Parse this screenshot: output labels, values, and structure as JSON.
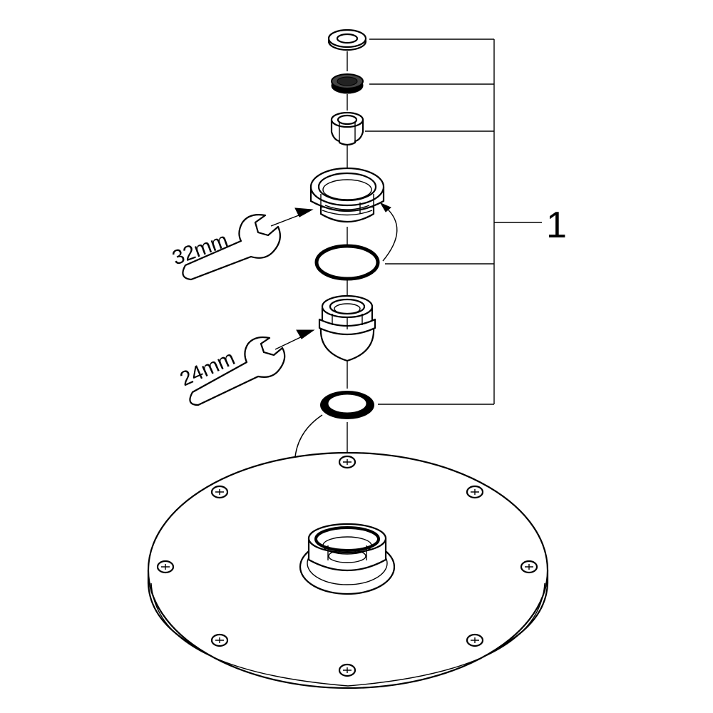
{
  "callout": {
    "number": "1"
  },
  "wrenches": [
    {
      "size_label": "32mm"
    },
    {
      "size_label": "24mm"
    }
  ]
}
